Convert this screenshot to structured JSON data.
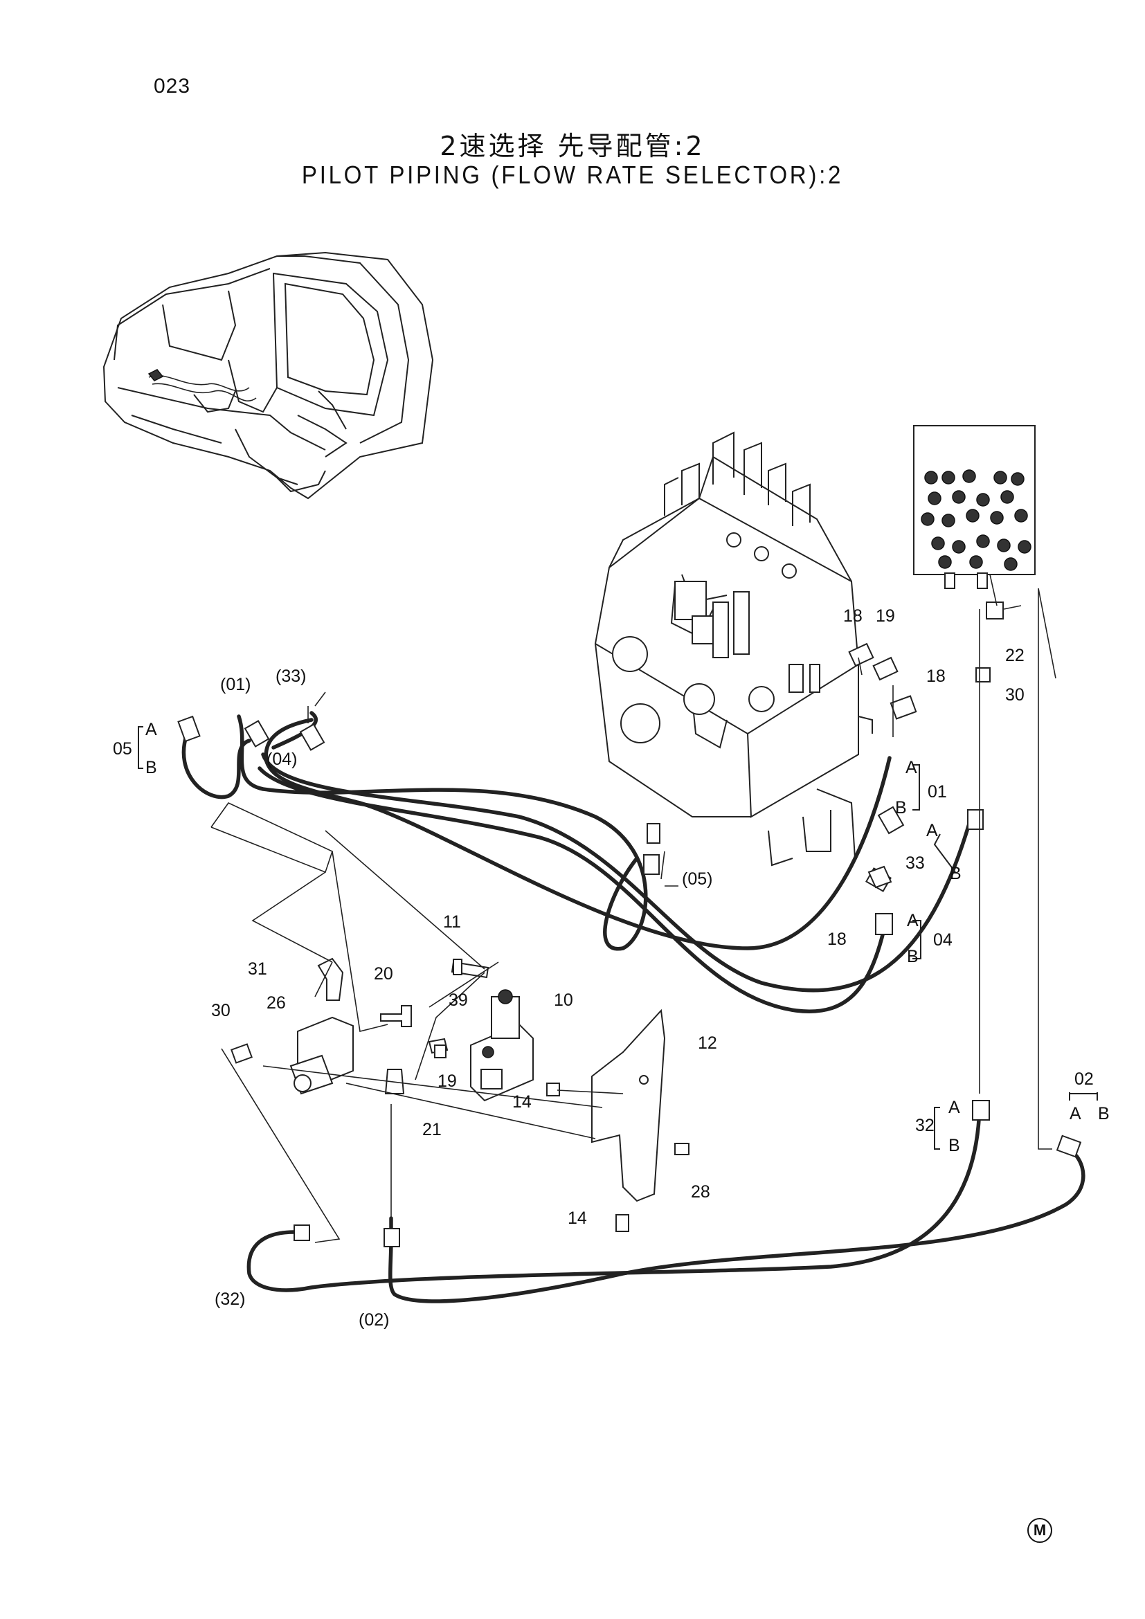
{
  "page_code": "023",
  "title_cn": "2速选择 先导配管:2",
  "title_en": "PILOT PIPING (FLOW RATE SELECTOR):2",
  "callouts": {
    "p01": "(01)",
    "p33": "(33)",
    "p04": "(04)",
    "p05": "(05)",
    "p32": "(32)",
    "p02": "(02)",
    "n05": "05",
    "n01": "01",
    "n33": "33",
    "n04": "04",
    "n32": "32",
    "n02": "02",
    "n18a": "18",
    "n19a": "19",
    "n18b": "18",
    "n22": "22",
    "n30a": "30",
    "n18c": "18",
    "n11": "11",
    "n31": "31",
    "n20": "20",
    "n39": "39",
    "n10": "10",
    "n30b": "30",
    "n26": "26",
    "n12": "12",
    "n19b": "19",
    "n14a": "14",
    "n21": "21",
    "n28": "28",
    "n14b": "14"
  },
  "port_labels": {
    "A": "A",
    "B": "B"
  },
  "footer_mark": "M"
}
